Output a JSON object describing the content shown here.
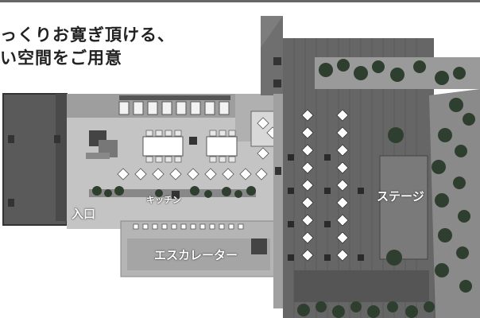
{
  "headline": {
    "line1": "っくりお寛ぎ頂ける、",
    "line2": "い空間をご用意"
  },
  "labels": {
    "entrance": "入口",
    "kitchen": "キッチン",
    "escalator": "エスカレーター",
    "stage": "ステージ"
  },
  "colors": {
    "floor_light": "#bdbdbd",
    "floor_dark": "#6e6e6e",
    "wall": "#3a3a3a",
    "plant": "#2f3f2f"
  }
}
